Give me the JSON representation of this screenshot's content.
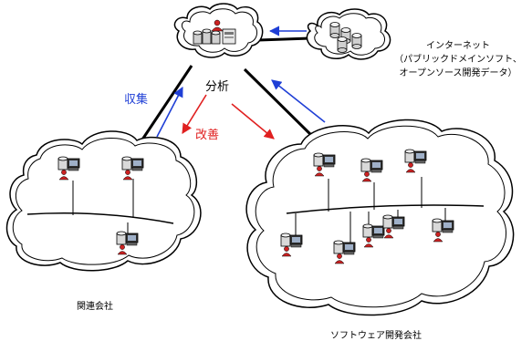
{
  "labels": {
    "internet_line1": "インターネット",
    "internet_line2": "（パブリックドメインソフト、",
    "internet_line3": "オープンソース開発データ）",
    "analysis": "分析",
    "collect": "収集",
    "improve": "改善",
    "related_company": "関連会社",
    "software_company": "ソフトウェア開発会社"
  },
  "colors": {
    "collect_arrow": "#1f3fd6",
    "improve_arrow": "#e02020",
    "server_person": "#cc2222",
    "line": "#000000"
  },
  "icons": {
    "analysis_node": "server-with-person-icon",
    "internet_node": "database-cluster-icon",
    "network_node": "workstation-with-user-icon"
  }
}
